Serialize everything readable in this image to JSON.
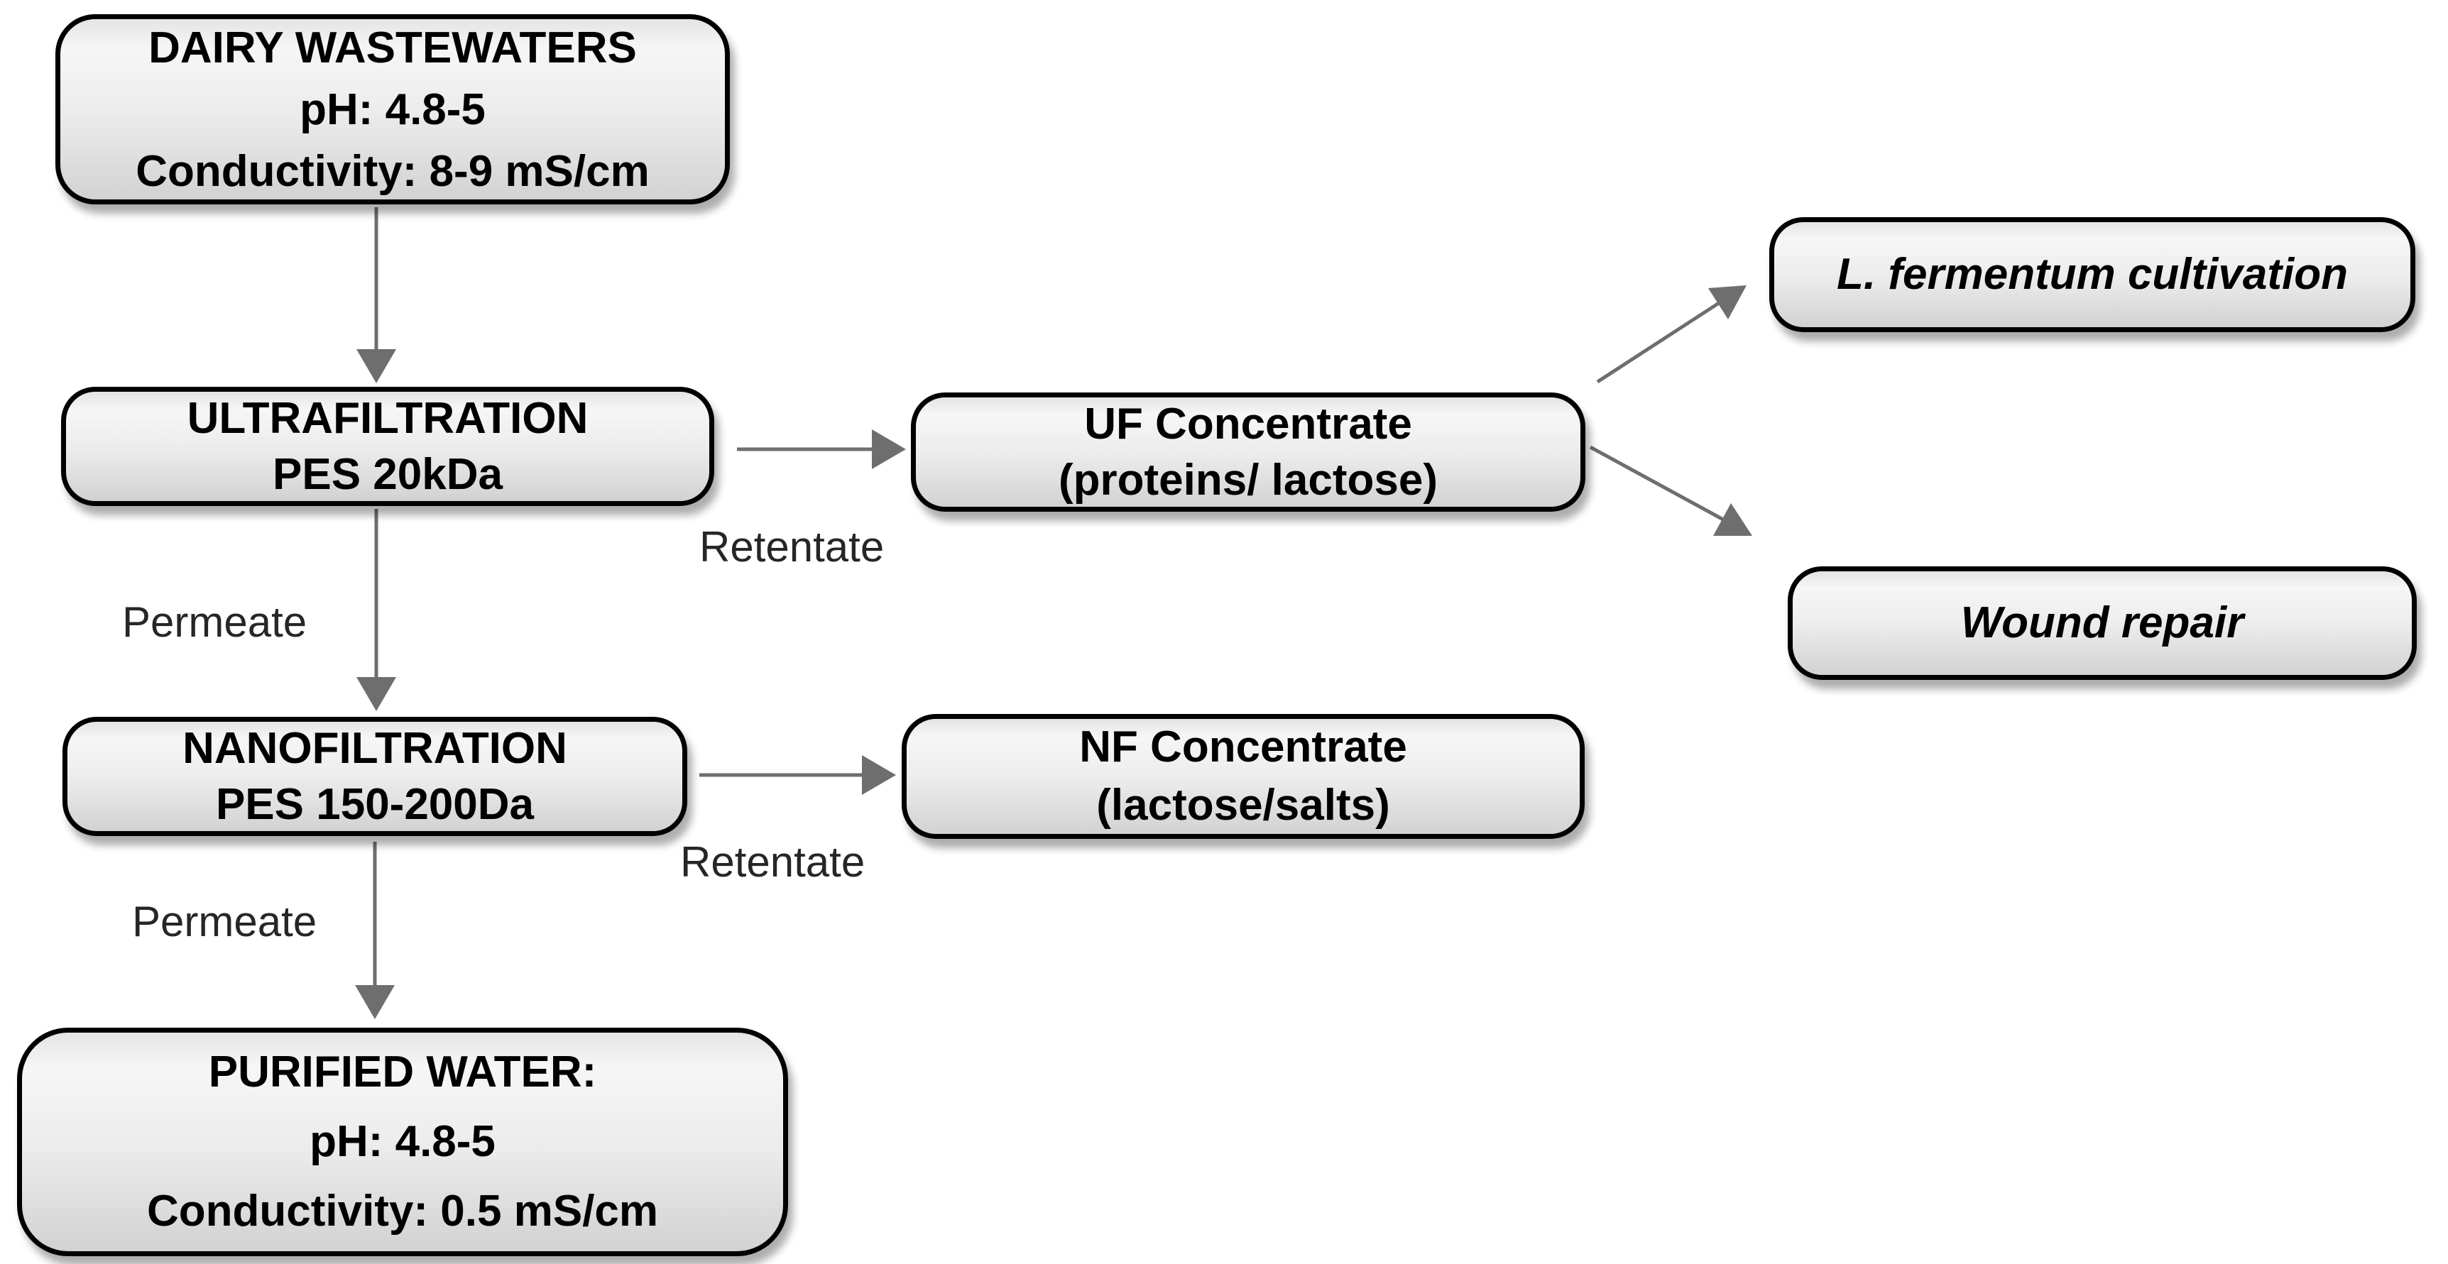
{
  "diagram": {
    "boxes": {
      "dairy_wastewaters": {
        "lines": [
          "DAIRY WASTEWATERS",
          "pH: 4.8-5",
          "Conductivity: 8-9 mS/cm"
        ]
      },
      "ultrafiltration": {
        "lines": [
          "ULTRAFILTRATION",
          "PES 20kDa"
        ]
      },
      "uf_concentrate": {
        "lines": [
          "UF Concentrate",
          "(proteins/ lactose)"
        ]
      },
      "l_fermentum": {
        "lines": [
          "L. fermentum cultivation"
        ]
      },
      "wound_repair": {
        "lines": [
          "Wound repair"
        ]
      },
      "nanofiltration": {
        "lines": [
          "NANOFILTRATION",
          "PES 150-200Da"
        ]
      },
      "nf_concentrate": {
        "lines": [
          "NF Concentrate",
          "(lactose/salts)"
        ]
      },
      "purified_water": {
        "lines": [
          "PURIFIED WATER:",
          "pH: 4.8-5",
          "Conductivity: 0.5 mS/cm"
        ]
      }
    },
    "edge_labels": {
      "uf_retentate": "Retentate",
      "uf_permeate": "Permeate",
      "nf_retentate": "Retentate",
      "nf_permeate": "Permeate"
    },
    "colors": {
      "box_border": "#000000",
      "box_fill_top": "#f6f6f6",
      "box_fill_bottom": "#d2d2d2",
      "box_text": "#000000",
      "label_text": "#262626",
      "arrow": "#6e6e6e",
      "background": "#ffffff"
    }
  }
}
